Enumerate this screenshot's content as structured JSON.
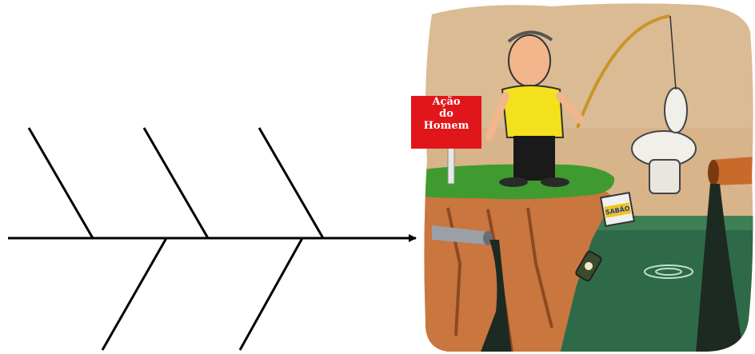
{
  "diagram": {
    "type": "fishbone",
    "bones_upper": 3,
    "bones_lower": 2,
    "line_color": "#000000"
  },
  "illustration": {
    "sign_text": "Ação\ndo\nHomem",
    "sign_color": "#e0161b",
    "box_label": "SABÃO",
    "colors": {
      "sky": "#d7b48a",
      "grass": "#3f9b2f",
      "cliff": "#c9763f",
      "water": "#2f6a48",
      "sewage": "#1d2a22",
      "shirt": "#f2e11c",
      "pants": "#1a1a1a"
    }
  }
}
